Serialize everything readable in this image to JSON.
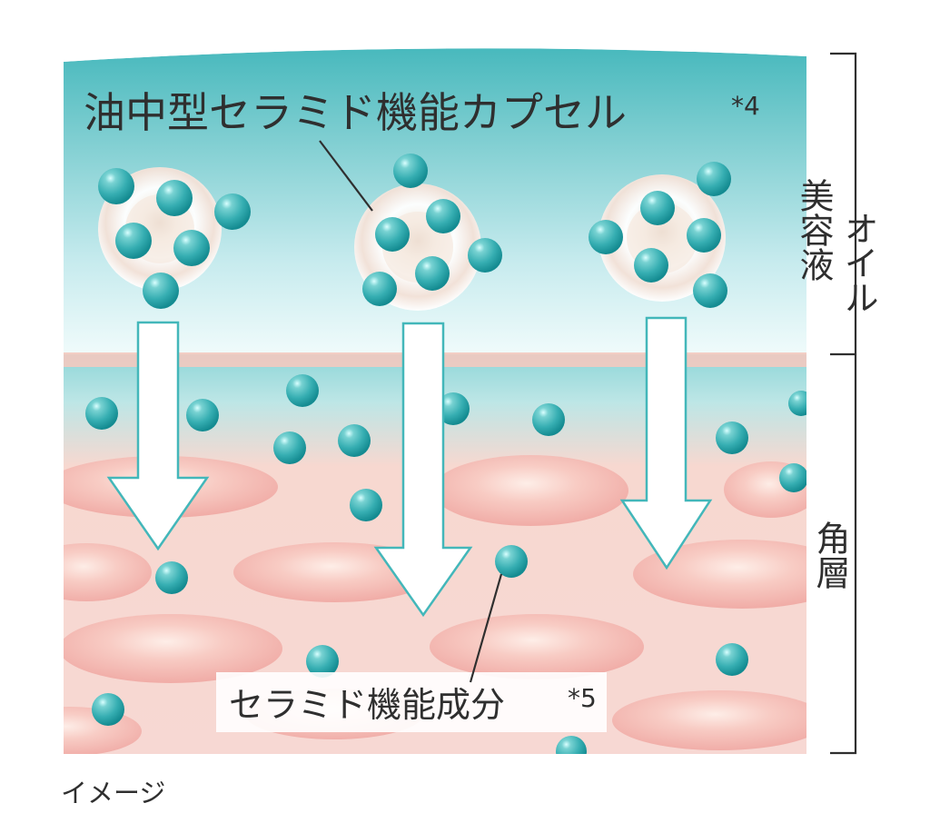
{
  "labels": {
    "capsule": "油中型セラミド機能カプセル",
    "capsule_note": "*4",
    "ingredient": "セラミド機能成分",
    "ingredient_note": "*5",
    "image_note": "イメージ"
  },
  "layers": {
    "top_right_label": "オイル",
    "top_left_label": "美容液",
    "bottom_label": "角層"
  },
  "colors": {
    "serum_top": "#52bcc0",
    "serum_bottom": "#e8f6f8",
    "corneocyte": "#f4b7b3",
    "particle": "#45b8bb",
    "arrow_outline": "#43b7ba"
  }
}
